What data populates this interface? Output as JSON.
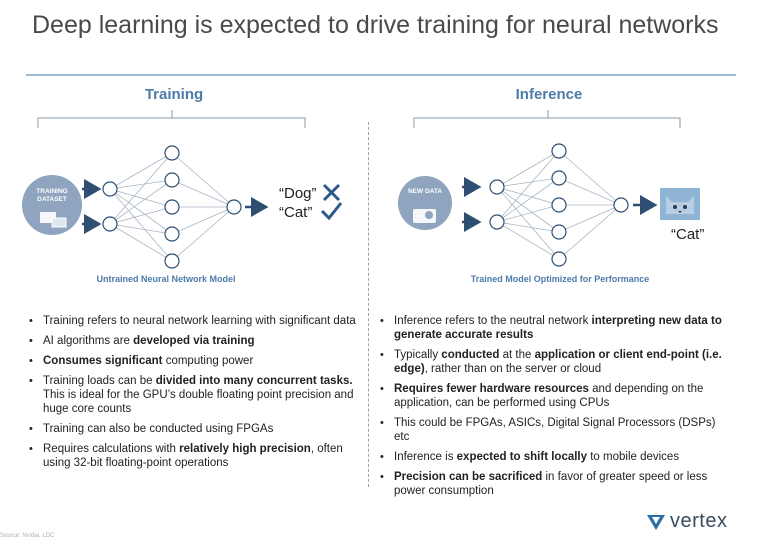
{
  "title": "Deep learning is expected to drive training for neural networks",
  "training": {
    "heading": "Training",
    "badge": "TRAINING DATASET",
    "outputs": [
      "“Dog”",
      "“Cat”"
    ],
    "caption": "Untrained Neural Network Model",
    "bullets": [
      [
        {
          "t": "Training refers to neural network learning with significant data",
          "b": false
        }
      ],
      [
        {
          "t": "AI algorithms are ",
          "b": false
        },
        {
          "t": "developed via training",
          "b": true
        }
      ],
      [
        {
          "t": "Consumes significant",
          "b": true
        },
        {
          "t": " computing power",
          "b": false
        }
      ],
      [
        {
          "t": "Training loads can be ",
          "b": false
        },
        {
          "t": "divided into many concurrent tasks.",
          "b": true
        },
        {
          "t": " This is ideal for the GPU’s double floating point precision and huge core counts",
          "b": false
        }
      ],
      [
        {
          "t": "Training can also be conducted using FPGAs",
          "b": false
        }
      ],
      [
        {
          "t": "Requires calculations with ",
          "b": false
        },
        {
          "t": "relatively high precision",
          "b": true
        },
        {
          "t": ", often using 32-bit floating-point operations",
          "b": false
        }
      ]
    ]
  },
  "inference": {
    "heading": "Inference",
    "badge": "NEW DATA",
    "output": "“Cat”",
    "caption": "Trained Model Optimized for Performance",
    "bullets": [
      [
        {
          "t": "Inference refers to the neutral network ",
          "b": false
        },
        {
          "t": "interpreting new data to generate accurate results",
          "b": true
        }
      ],
      [
        {
          "t": "Typically ",
          "b": false
        },
        {
          "t": "conducted",
          "b": true
        },
        {
          "t": " at the ",
          "b": false
        },
        {
          "t": "application or client end-point (i.e. edge)",
          "b": true
        },
        {
          "t": ", rather than on the server or cloud",
          "b": false
        }
      ],
      [
        {
          "t": "Requires fewer hardware resources",
          "b": true
        },
        {
          "t": " and depending on the application, can be performed using CPUs",
          "b": false
        }
      ],
      [
        {
          "t": "This could be FPGAs, ASICs, Digital Signal Processors (DSPs) etc",
          "b": false
        }
      ],
      [
        {
          "t": "Inference is ",
          "b": false
        },
        {
          "t": "expected to shift locally",
          "b": true
        },
        {
          "t": " to mobile devices",
          "b": false
        }
      ],
      [
        {
          "t": "Precision can be sacrificed",
          "b": true
        },
        {
          "t": " in favor of greater speed or less power consumption",
          "b": false
        }
      ]
    ]
  },
  "logo": "vertex",
  "source": "Source: Nvidia, LDC"
}
